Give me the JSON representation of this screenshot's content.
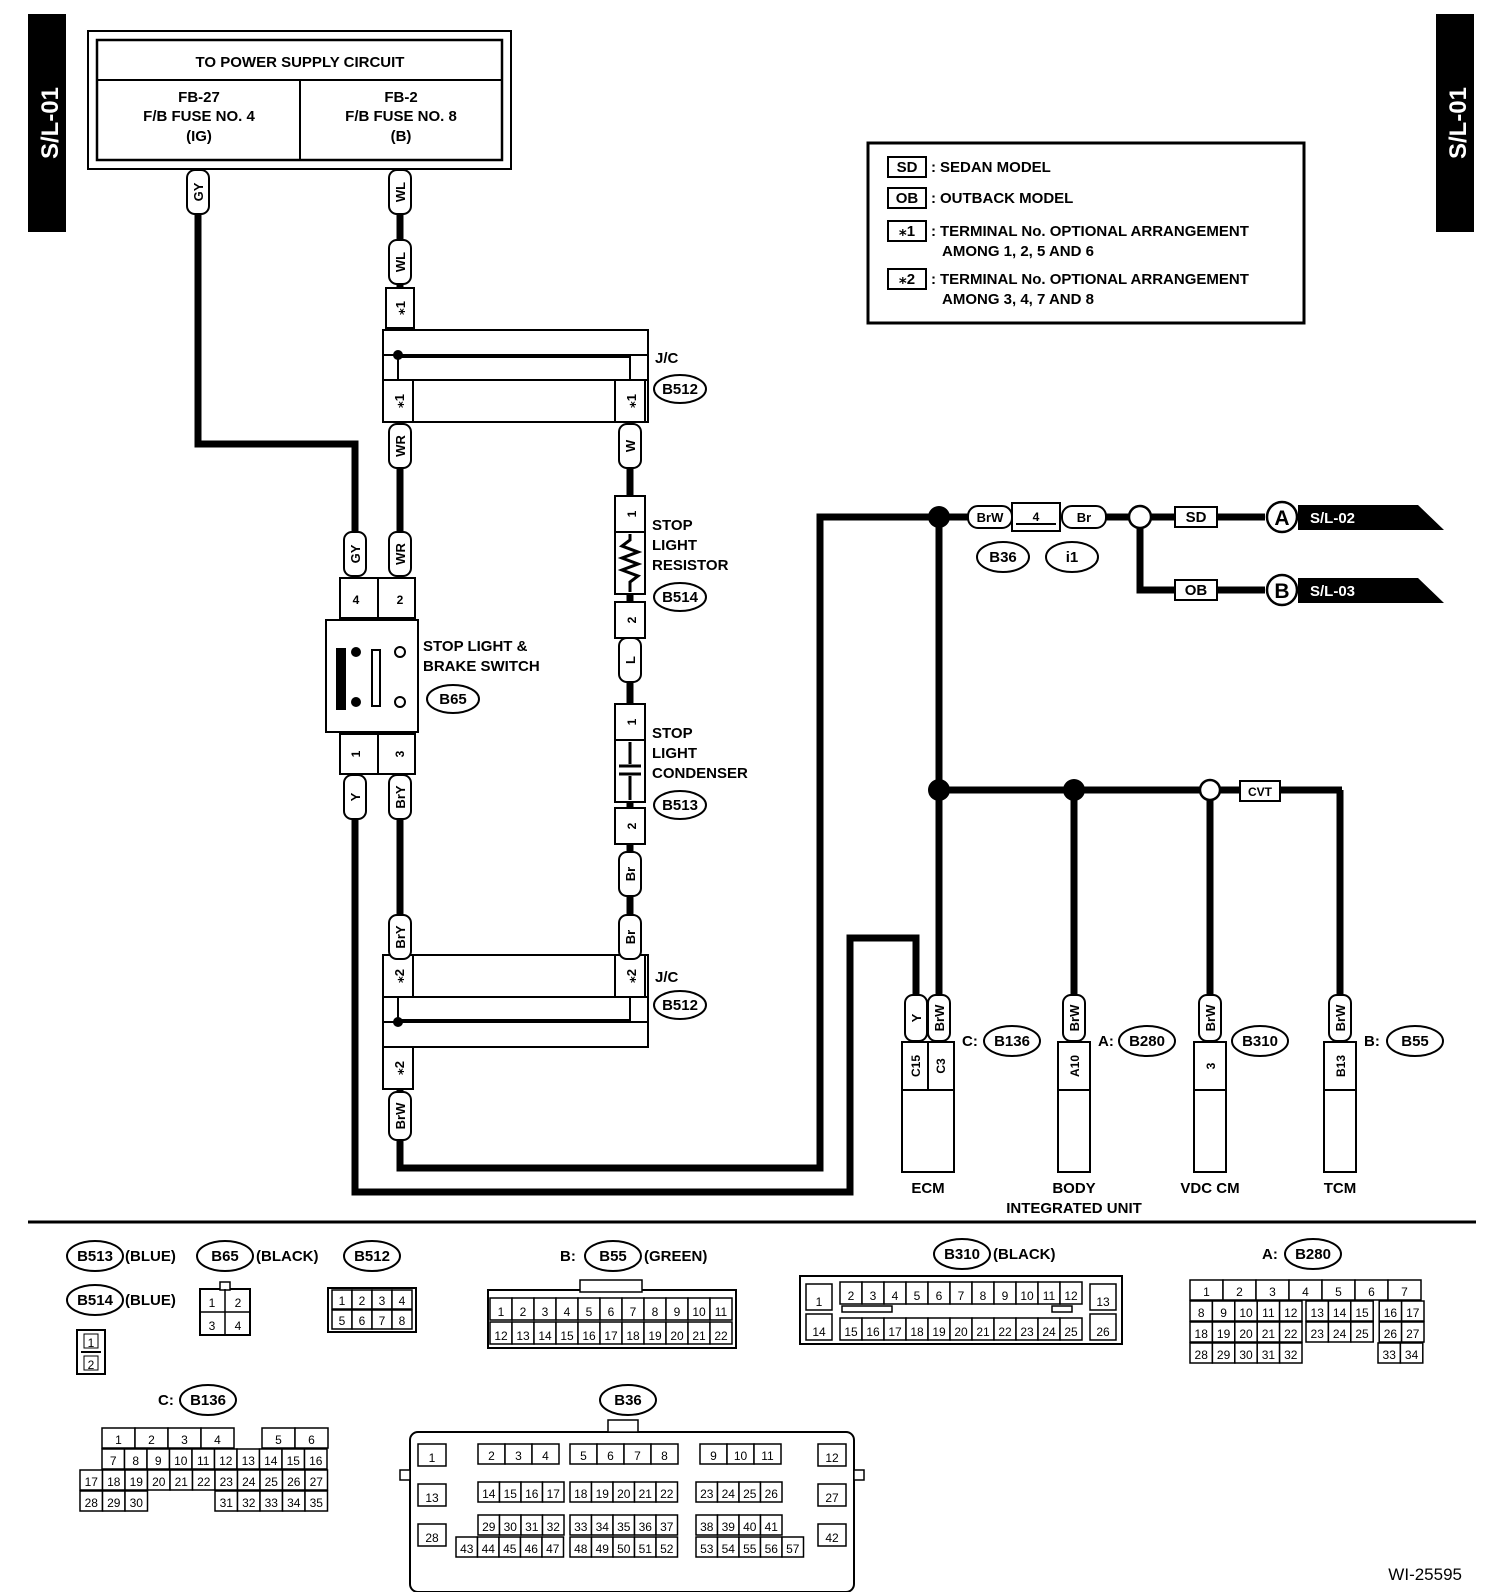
{
  "page_labels": {
    "left_tab": "S/L-01",
    "right_tab": "S/L-01",
    "doc_id": "WI-25595"
  },
  "power_supply": {
    "title": "TO POWER SUPPLY CIRCUIT",
    "left": {
      "l1": "FB-27",
      "l2": "F/B FUSE NO. 4",
      "l3": "(IG)"
    },
    "right": {
      "l1": "FB-2",
      "l2": "F/B FUSE NO. 8",
      "l3": "(B)"
    }
  },
  "legend": [
    {
      "code": "SD",
      "desc": "SEDAN MODEL",
      "desc2": ""
    },
    {
      "code": "OB",
      "desc": "OUTBACK MODEL",
      "desc2": ""
    },
    {
      "code": "⁎1",
      "desc": "TERMINAL No. OPTIONAL ARRANGEMENT",
      "desc2": "AMONG 1, 2, 5 AND 6"
    },
    {
      "code": "⁎2",
      "desc": "TERMINAL No. OPTIONAL ARRANGEMENT",
      "desc2": "AMONG 3, 4, 7 AND 8"
    }
  ],
  "wires": {
    "gy": "GY",
    "wl": "WL",
    "wr": "WR",
    "w": "W",
    "l": "L",
    "br": "Br",
    "y": "Y",
    "bry": "BrY",
    "brw": "BrW",
    "star1": "⁎1",
    "star2": "⁎2"
  },
  "jc": {
    "label": "J/C",
    "id": "B512"
  },
  "stop_switch": {
    "l1": "STOP LIGHT &",
    "l2": "BRAKE SWITCH",
    "id": "B65",
    "pins": [
      "4",
      "2",
      "1",
      "3"
    ]
  },
  "resistor": {
    "l1": "STOP",
    "l2": "LIGHT",
    "l3": "RESISTOR",
    "id": "B514",
    "p1": "1",
    "p2": "2"
  },
  "condenser": {
    "l1": "STOP",
    "l2": "LIGHT",
    "l3": "CONDENSER",
    "id": "B513",
    "p1": "1",
    "p2": "2"
  },
  "junction_conn": {
    "left": "BrW",
    "pin": "4",
    "right": "Br",
    "id1": "B36",
    "id2": "i1"
  },
  "outputs": {
    "sd": "SD",
    "ob": "OB",
    "cvt": "CVT",
    "a": {
      "letter": "A",
      "ref": "S/L-02"
    },
    "b": {
      "letter": "B",
      "ref": "S/L-03"
    }
  },
  "modules": {
    "ecm": {
      "name": "ECM",
      "prefix": "C:",
      "conn": "B136",
      "pin1": "C15",
      "pin2": "C3",
      "wire1": "Y",
      "wire2": "BrW"
    },
    "body": {
      "name1": "BODY",
      "name2": "INTEGRATED UNIT",
      "prefix": "A:",
      "conn": "B280",
      "pin": "A10",
      "wire": "BrW"
    },
    "vdc": {
      "name": "VDC CM",
      "prefix": "",
      "conn": "B310",
      "pin": "3",
      "wire": "BrW"
    },
    "tcm": {
      "name": "TCM",
      "prefix": "B:",
      "conn": "B55",
      "pin": "B13",
      "wire": "BrW"
    }
  },
  "connector_legend": {
    "b513": {
      "id": "B513",
      "color": "(BLUE)"
    },
    "b514": {
      "id": "B514",
      "color": "(BLUE)",
      "pins": [
        "1",
        "2"
      ]
    },
    "b65": {
      "id": "B65",
      "color": "(BLACK)",
      "pins": [
        "1",
        "2",
        "3",
        "4"
      ]
    },
    "b512": {
      "id": "B512",
      "pins": [
        "1",
        "2",
        "3",
        "4",
        "5",
        "6",
        "7",
        "8"
      ]
    },
    "b55": {
      "prefix": "B:",
      "id": "B55",
      "color": "(GREEN)",
      "rows": [
        [
          "1",
          "2",
          "3",
          "4",
          "5",
          "6",
          "7",
          "8",
          "9",
          "10",
          "11"
        ],
        [
          "12",
          "13",
          "14",
          "15",
          "16",
          "17",
          "18",
          "19",
          "20",
          "21",
          "22"
        ]
      ]
    },
    "b310": {
      "id": "B310",
      "color": "(BLACK)",
      "rows": [
        [
          "1",
          "2",
          "3",
          "4",
          "5",
          "6",
          "7",
          "8",
          "9",
          "10",
          "11",
          "12",
          "13"
        ],
        [
          "14",
          "15",
          "16",
          "17",
          "18",
          "19",
          "20",
          "21",
          "22",
          "23",
          "24",
          "25",
          "26"
        ]
      ]
    },
    "b280": {
      "prefix": "A:",
      "id": "B280",
      "rows": [
        [
          "1",
          "2",
          "3",
          "4",
          "5",
          "6",
          "7"
        ],
        [
          "8",
          "9",
          "10",
          "11",
          "12",
          "13",
          "14",
          "15",
          "16",
          "17"
        ],
        [
          "18",
          "19",
          "20",
          "21",
          "22",
          "23",
          "24",
          "25",
          "26",
          "27"
        ],
        [
          "28",
          "29",
          "30",
          "31",
          "32",
          "33",
          "34"
        ]
      ]
    },
    "b136": {
      "prefix": "C:",
      "id": "B136",
      "rows": [
        [
          "1",
          "2",
          "3",
          "4",
          "5",
          "6"
        ],
        [
          "7",
          "8",
          "9",
          "10",
          "11",
          "12",
          "13",
          "14",
          "15",
          "16"
        ],
        [
          "17",
          "18",
          "19",
          "20",
          "21",
          "22",
          "23",
          "24",
          "25",
          "26",
          "27"
        ],
        [
          "28",
          "29",
          "30",
          "31",
          "32",
          "33",
          "34",
          "35"
        ]
      ]
    },
    "b36": {
      "id": "B36",
      "rows": [
        [
          "1",
          "2",
          "3",
          "4",
          "5",
          "6",
          "7",
          "8",
          "9",
          "10",
          "11",
          "12"
        ],
        [
          "13",
          "14",
          "15",
          "16",
          "17",
          "18",
          "19",
          "20",
          "21",
          "22",
          "23",
          "24",
          "25",
          "26",
          "27"
        ],
        [
          "28",
          "29",
          "30",
          "31",
          "32",
          "33",
          "34",
          "35",
          "36",
          "37",
          "38",
          "39",
          "40",
          "41",
          "42"
        ],
        [
          "43",
          "44",
          "45",
          "46",
          "47",
          "48",
          "49",
          "50",
          "51",
          "52",
          "53",
          "54",
          "55",
          "56",
          "57"
        ]
      ]
    }
  }
}
